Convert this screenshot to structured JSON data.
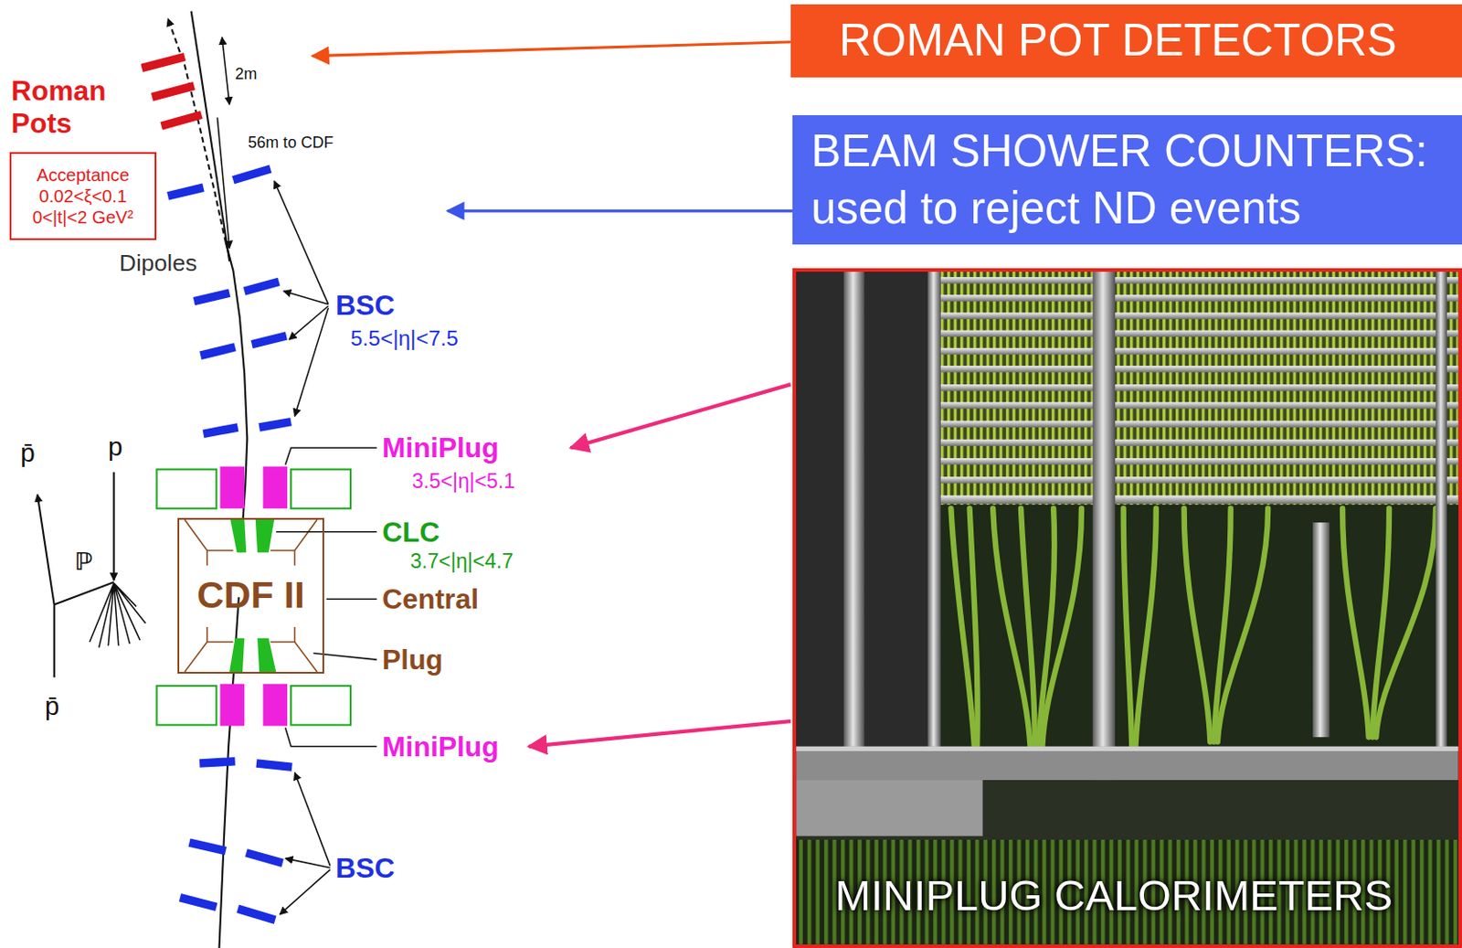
{
  "diagram": {
    "nodes": [
      {
        "text": [
          "ROMAN POT DETECTORS"
        ]
      },
      {
        "text": [
          "BEAM SHOWER COUNTERS:",
          "used to reject ND events"
        ]
      },
      {
        "text": [
          "Acceptance",
          "0.02<ξ<0.1",
          "0<|t|<2 GeV²"
        ]
      },
      {
        "text": [
          "MINIPLUG CALORIMETERS"
        ]
      },
      {
        "text": [
          "CDF II"
        ]
      }
    ],
    "labels": [
      "Roman Pots",
      "2m",
      "56m to CDF",
      "Dipoles",
      "BSC",
      "5.5<|η|<7.5",
      "p̄",
      "p",
      "MiniPlug",
      "3.5<|η|<5.1",
      "CLC",
      "3.7<|η|<4.7",
      "ℙ",
      "Central",
      "Plug",
      "p̄",
      "MiniPlug",
      "BSC"
    ]
  }
}
